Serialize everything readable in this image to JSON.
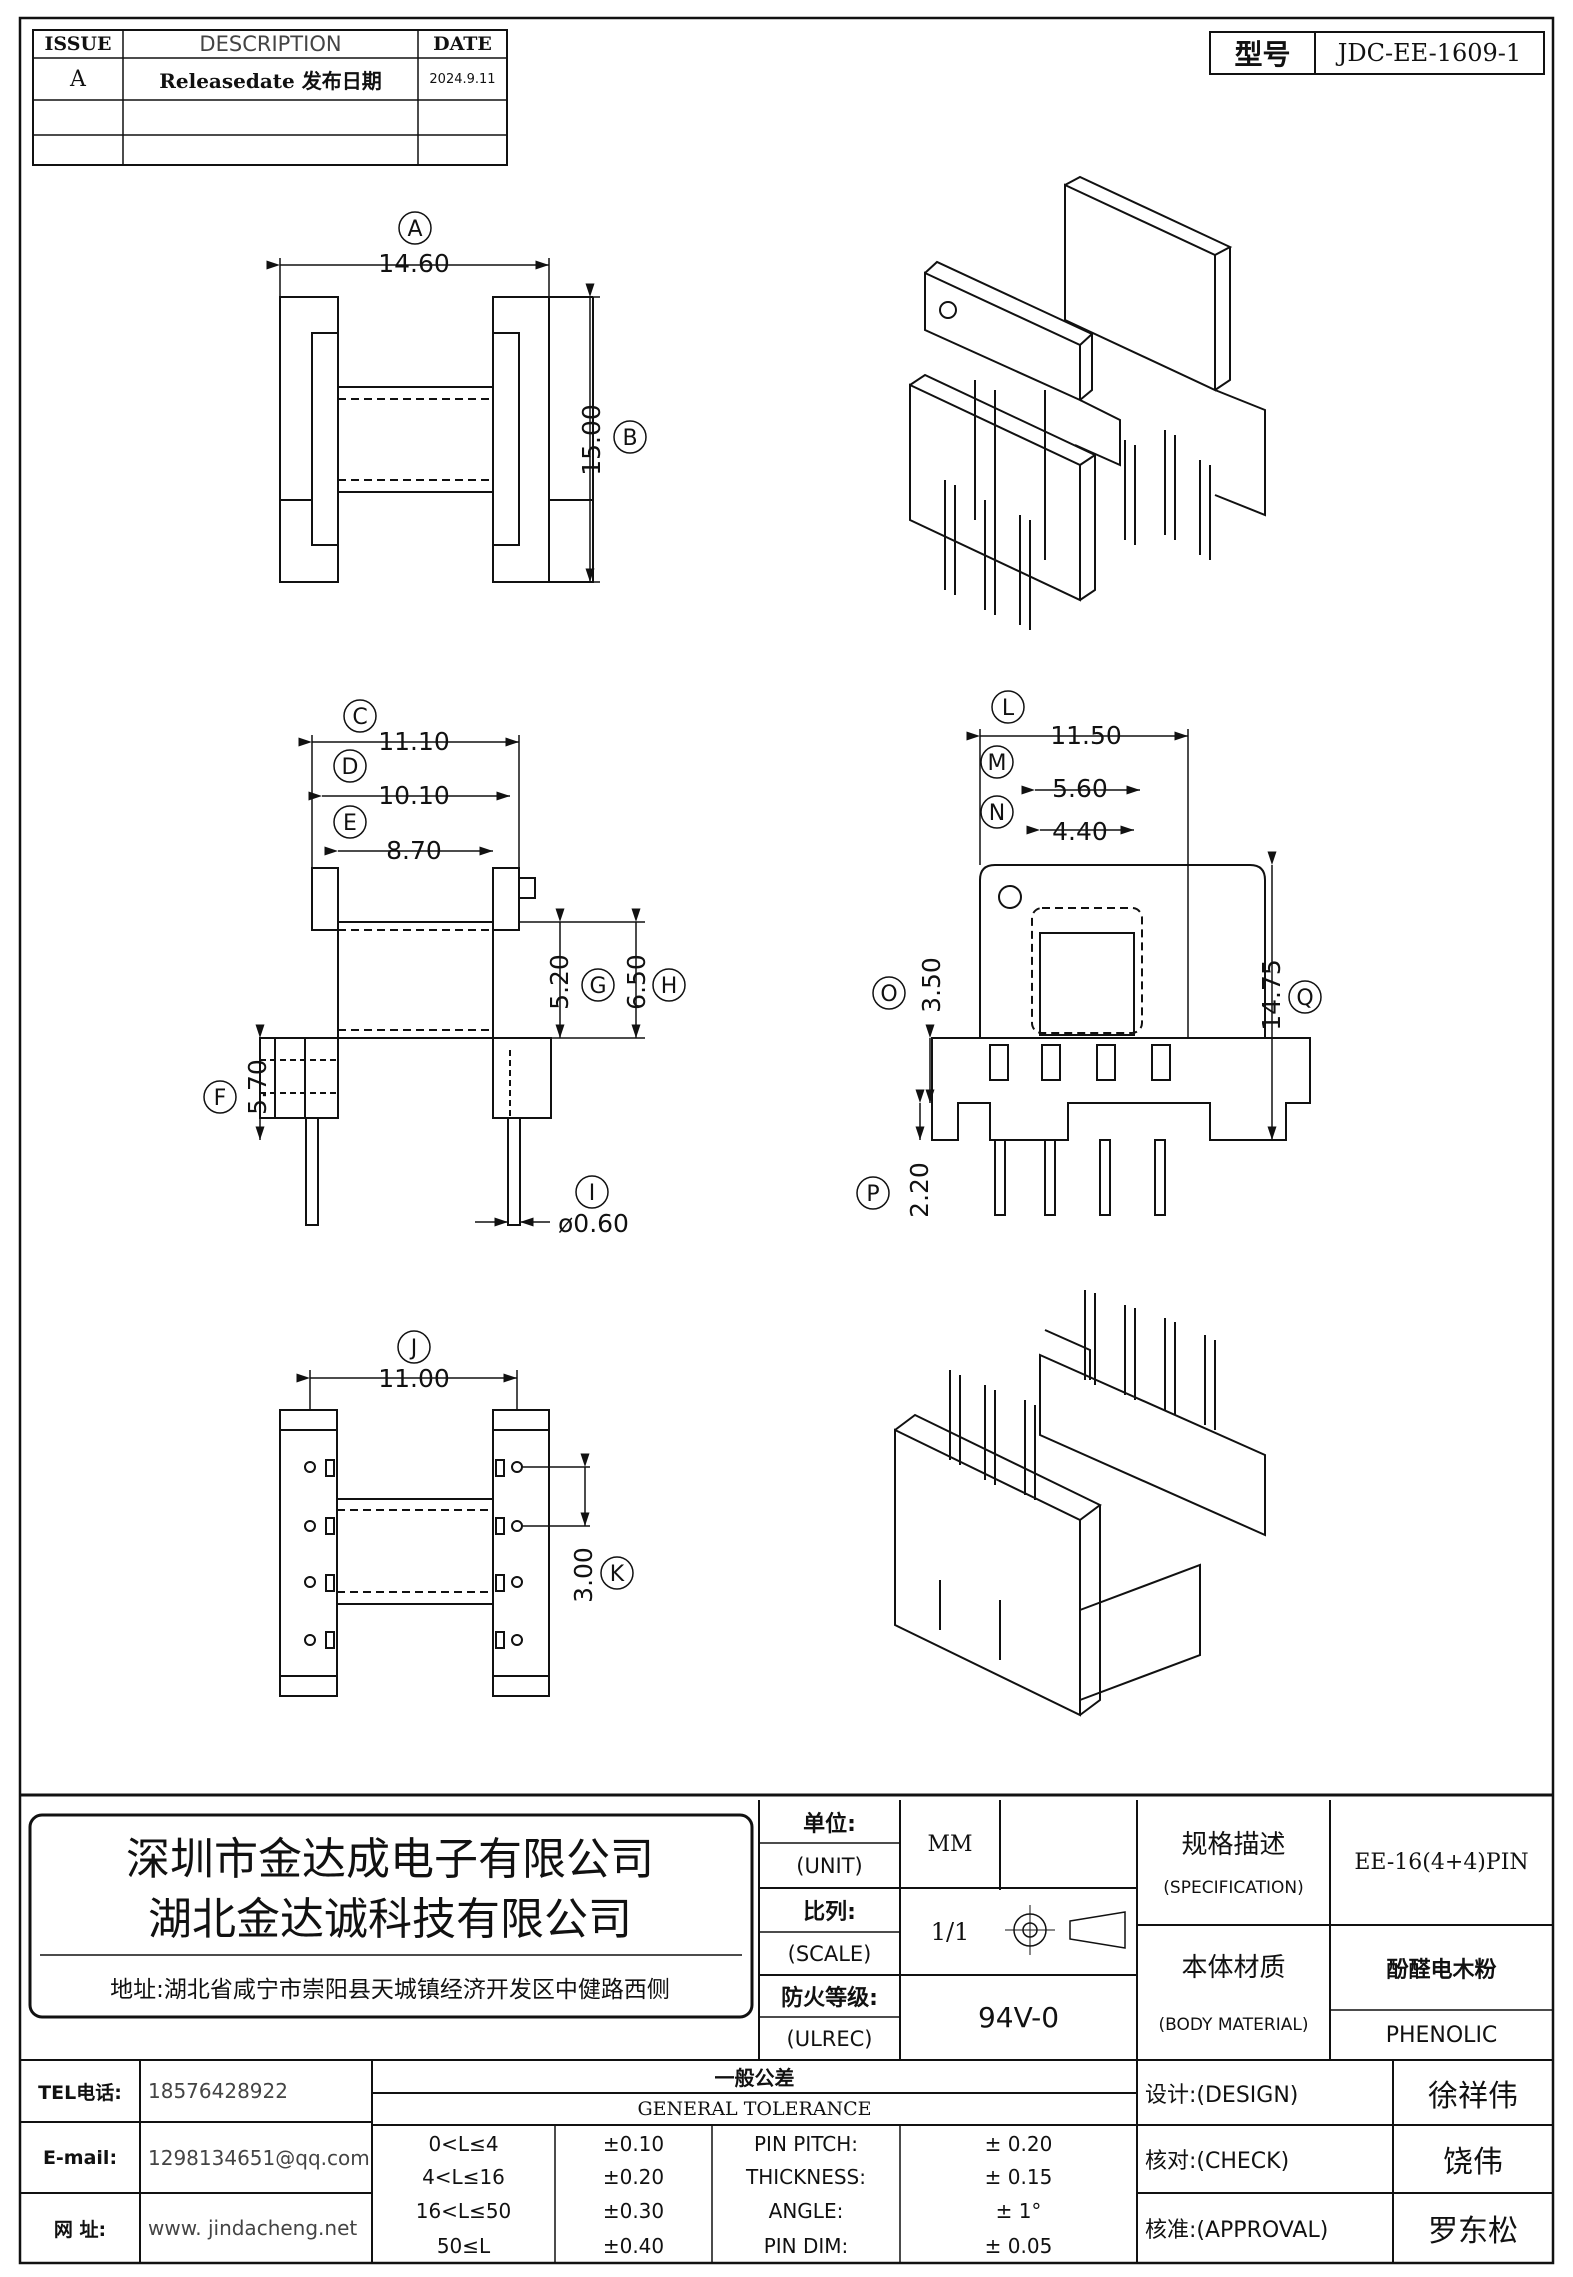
{
  "revision_table": {
    "headers": [
      "ISSUE",
      "DESCRIPTION",
      "DATE"
    ],
    "rows": [
      {
        "issue": "A",
        "description": "Releasedate 发布日期",
        "date": "2024.9.11"
      },
      {
        "issue": "",
        "description": "",
        "date": ""
      },
      {
        "issue": "",
        "description": "",
        "date": ""
      }
    ]
  },
  "model": {
    "label": "型号",
    "value": "JDC-EE-1609-1"
  },
  "dimensions": {
    "A": {
      "label": "A",
      "value": "14.60"
    },
    "B": {
      "label": "B",
      "value": "15.00"
    },
    "C": {
      "label": "C",
      "value": "11.10"
    },
    "D": {
      "label": "D",
      "value": "10.10"
    },
    "E": {
      "label": "E",
      "value": "8.70"
    },
    "F": {
      "label": "F",
      "value": "5.70"
    },
    "G": {
      "label": "G",
      "value": "5.20"
    },
    "H": {
      "label": "H",
      "value": "6.50"
    },
    "I": {
      "label": "I",
      "value": "ø0.60"
    },
    "J": {
      "label": "J",
      "value": "11.00"
    },
    "K": {
      "label": "K",
      "value": "3.00"
    },
    "L": {
      "label": "L",
      "value": "11.50"
    },
    "M": {
      "label": "M",
      "value": "5.60"
    },
    "N": {
      "label": "N",
      "value": "4.40"
    },
    "O": {
      "label": "O",
      "value": "3.50"
    },
    "P": {
      "label": "P",
      "value": "2.20"
    },
    "Q": {
      "label": "Q",
      "value": "14.75"
    }
  },
  "company": {
    "name1": "深圳市金达成电子有限公司",
    "name2": "湖北金达诚科技有限公司",
    "address": "地址:湖北省咸宁市崇阳县天城镇经济开发区中健路西侧"
  },
  "specs": {
    "unit_label": "单位:",
    "unit_en": "(UNIT)",
    "unit_value": "MM",
    "scale_label": "比列:",
    "scale_en": "(SCALE)",
    "scale_value": "1/1",
    "flame_label": "防火等级:",
    "flame_en": "(ULREC)",
    "flame_value": "94V-0",
    "spec_label": "规格描述",
    "spec_en": "(SPECIFICATION)",
    "spec_value": "EE-16(4+4)PIN",
    "material_label": "本体材质",
    "material_en": "(BODY MATERIAL)",
    "material_value_cn": "酚醛电木粉",
    "material_value_en": "PHENOLIC"
  },
  "contact": {
    "tel_label": "TEL电话:",
    "tel": "18576428922",
    "email_label": "E-mail:",
    "email": "1298134651@qq.com",
    "web_label": "网  址:",
    "web": "www. jindacheng.net"
  },
  "tolerance": {
    "title_cn": "一般公差",
    "title_en": "GENERAL TOLERANCE",
    "rows": [
      {
        "range": "0<L≤4",
        "tol": "±0.10",
        "item": "PIN PITCH:",
        "value": "±  0.20"
      },
      {
        "range": "4<L≤16",
        "tol": "±0.20",
        "item": "THICKNESS:",
        "value": "±  0.15"
      },
      {
        "range": "16<L≤50",
        "tol": "±0.30",
        "item": "ANGLE:",
        "value": "±  1°"
      },
      {
        "range": "50≤L",
        "tol": "±0.40",
        "item": "PIN DIM:",
        "value": "±  0.05"
      }
    ]
  },
  "approvals": {
    "design_label": "设计:(DESIGN)",
    "design_name": "徐祥伟",
    "check_label": "核对:(CHECK)",
    "check_name": "饶伟",
    "approval_label": "核准:(APPROVAL)",
    "approval_name": "罗东松"
  }
}
